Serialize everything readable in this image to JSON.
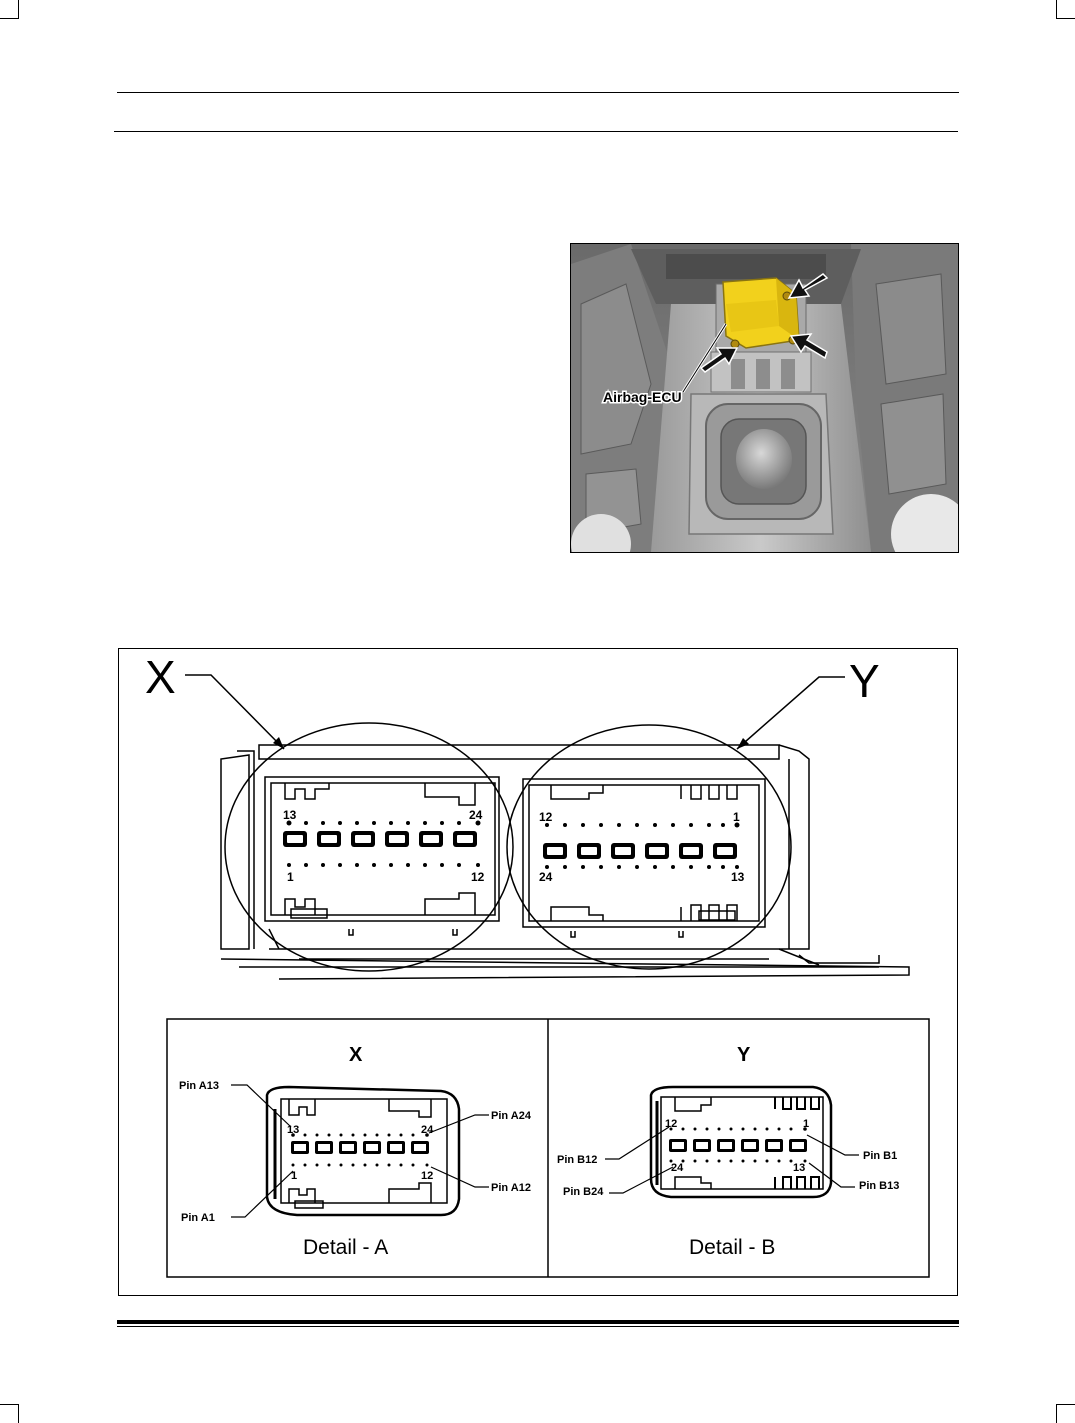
{
  "photo": {
    "callout_label": "Airbag-ECU",
    "ecu_color": "#f2d11c"
  },
  "diagram": {
    "callout_x": "X",
    "callout_y": "Y",
    "main_view": {
      "left_connector": {
        "top_left": "13",
        "top_right": "24",
        "bottom_left": "1",
        "bottom_right": "12"
      },
      "right_connector": {
        "top_left": "12",
        "top_right": "1",
        "bottom_left": "24",
        "bottom_right": "13"
      }
    },
    "detail_a": {
      "heading": "X",
      "caption": "Detail - A",
      "pin_a13": "Pin A13",
      "pin_a24": "Pin A24",
      "pin_a1": "Pin A1",
      "pin_a12": "Pin A12",
      "num_13": "13",
      "num_24": "24",
      "num_1": "1",
      "num_12": "12"
    },
    "detail_b": {
      "heading": "Y",
      "caption": "Detail - B",
      "pin_b12": "Pin B12",
      "pin_b1": "Pin B1",
      "pin_b24": "Pin B24",
      "pin_b13": "Pin B13",
      "num_12": "12",
      "num_1": "1",
      "num_24": "24",
      "num_13": "13"
    }
  }
}
